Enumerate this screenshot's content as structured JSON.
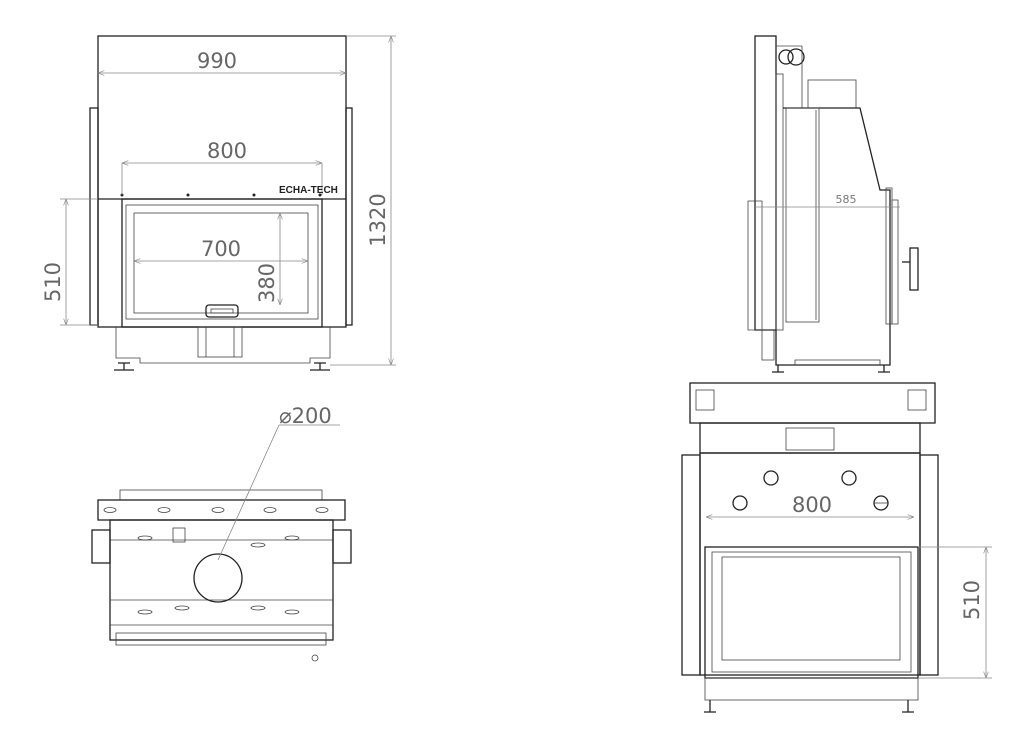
{
  "front_view": {
    "width_overall": "990",
    "width_door_frame": "800",
    "width_glass": "700",
    "height_glass": "380",
    "height_door": "510",
    "height_overall": "1320",
    "brand": "ECHA-TECH"
  },
  "side_view": {
    "depth": "585"
  },
  "top_view": {
    "flue_diameter": "⌀200"
  },
  "rear_view": {
    "width": "800",
    "height": "510"
  }
}
